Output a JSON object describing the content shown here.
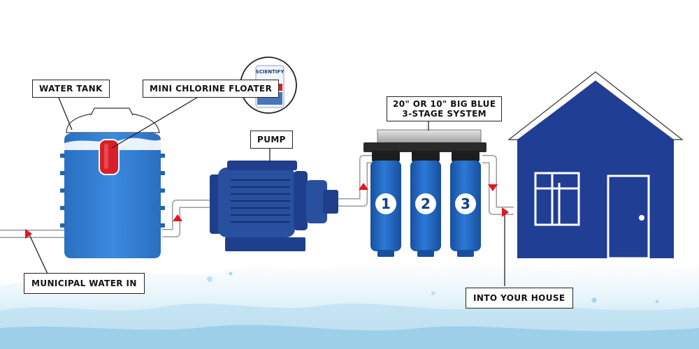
{
  "labels": {
    "water_tank": "WATER TANK",
    "chlorine_floater": "MINI CHLORINE FLOATER",
    "pump": "PUMP",
    "system_line1": "20\" OR 10\" BIG BLUE",
    "system_line2": "3-STAGE SYSTEM",
    "municipal_in": "MUNICIPAL WATER IN",
    "into_house": "INTO YOUR HOUSE"
  },
  "stages": [
    "1",
    "2",
    "3"
  ],
  "floater_brand": "SCIENTIFY",
  "colors": {
    "tank_blue": "#2f7bd0",
    "pump_blue": "#1f3f8c",
    "filter_blue": "#1a5fbf",
    "house_blue": "#213e95",
    "arrow_red": "#e4161f",
    "floater_red": "#d8202a",
    "water_light": "#cfe9f5"
  }
}
